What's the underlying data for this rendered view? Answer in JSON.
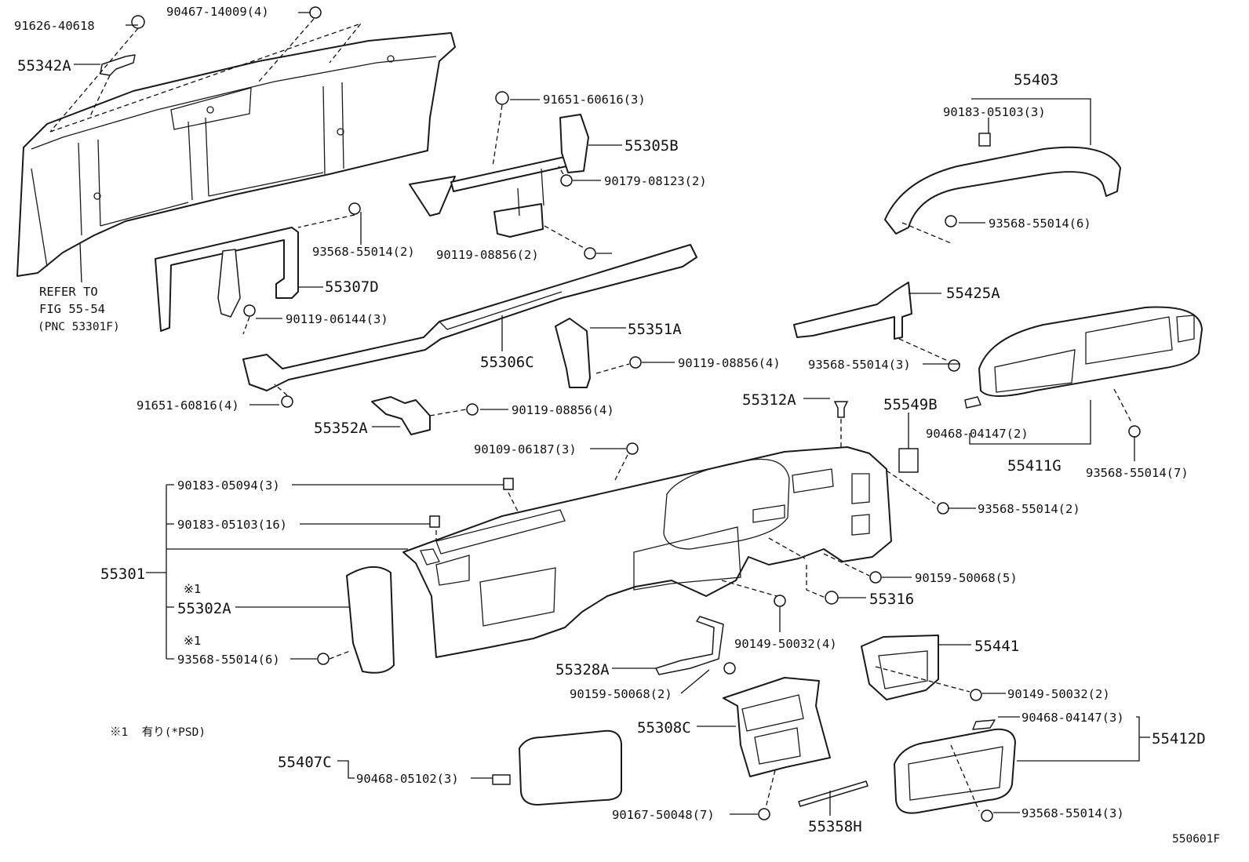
{
  "parts": {
    "p_91626_40618": "91626-40618",
    "p_90467_14009": "90467-14009(4)",
    "p_55342A": "55342A",
    "p_refer_1": "REFER TO",
    "p_refer_2": "FIG 55-54",
    "p_refer_3": "(PNC 53301F)",
    "p_91651_60616": "91651-60616(3)",
    "p_55305B": "55305B",
    "p_90179_08123": "90179-08123(2)",
    "p_93568_55014_2a": "93568-55014(2)",
    "p_90119_08856_2": "90119-08856(2)",
    "p_55307D": "55307D",
    "p_90119_06144": "90119-06144(3)",
    "p_55351A": "55351A",
    "p_90119_08856_4a": "90119-08856(4)",
    "p_55306C": "55306C",
    "p_91651_60816": "91651-60816(4)",
    "p_90119_08856_4b": "90119-08856(4)",
    "p_55352A": "55352A",
    "p_55403": "55403",
    "p_90183_05103_3": "90183-05103(3)",
    "p_93568_55014_6a": "93568-55014(6)",
    "p_55425A": "55425A",
    "p_93568_55014_3a": "93568-55014(3)",
    "p_55312A": "55312A",
    "p_55549B": "55549B",
    "p_90468_04147_2": "90468-04147(2)",
    "p_55411G": "55411G",
    "p_93568_55014_7": "93568-55014(7)",
    "p_90109_06187": "90109-06187(3)",
    "p_90183_05094": "90183-05094(3)",
    "p_90183_05103_16": "90183-05103(16)",
    "p_93568_55014_2b": "93568-55014(2)",
    "p_55301": "55301",
    "p_note1a": "※1",
    "p_55302A": "55302A",
    "p_note1b": "※1",
    "p_93568_55014_6b": "93568-55014(6)",
    "p_90159_50068_5": "90159-50068(5)",
    "p_55316": "55316",
    "p_90149_50032_4": "90149-50032(4)",
    "p_55328A": "55328A",
    "p_90159_50068_2": "90159-50068(2)",
    "p_55441": "55441",
    "p_90149_50032_2": "90149-50032(2)",
    "p_55308C": "55308C",
    "p_90468_04147_3": "90468-04147(3)",
    "p_55412D": "55412D",
    "p_55407C": "55407C",
    "p_90468_05102": "90468-05102(3)",
    "p_90167_50048": "90167-50048(7)",
    "p_55358H": "55358H",
    "p_93568_55014_3b": "93568-55014(3)"
  },
  "footnote": "※1  有り(*PSD)",
  "figure_code": "550601F"
}
